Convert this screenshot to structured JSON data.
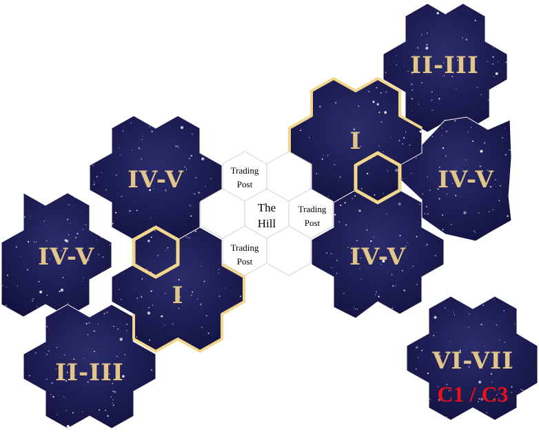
{
  "colors": {
    "space_dark": "#0f0f3c",
    "space_mid": "#2c2c6c",
    "label_gold": "#e1c58a",
    "highlight_gold": "#f1d68c",
    "red_label": "#e8101a",
    "hub_line": "#cfcfcf"
  },
  "board": {
    "sectors": [
      {
        "id": "top-right",
        "label": "II-III"
      },
      {
        "id": "center-right-upper",
        "label": "I",
        "highlighted": true
      },
      {
        "id": "far-right",
        "label": "IV-V"
      },
      {
        "id": "center-right-lower",
        "label": "IV-V"
      },
      {
        "id": "upper-left",
        "label": "IV-V"
      },
      {
        "id": "far-left",
        "label": "IV-V"
      },
      {
        "id": "center-left",
        "label": "I",
        "highlighted": true
      },
      {
        "id": "bottom-left",
        "label": "II-III"
      },
      {
        "id": "bottom-right",
        "label": "VI-VII",
        "sublabel": "C1 / C3"
      }
    ],
    "hub": {
      "center_line1": "The",
      "center_line2": "Hill",
      "posts": [
        {
          "line1": "Trading",
          "line2": "Post"
        },
        {
          "line1": "Trading",
          "line2": "Post"
        },
        {
          "line1": "Trading",
          "line2": "Post"
        }
      ]
    }
  }
}
